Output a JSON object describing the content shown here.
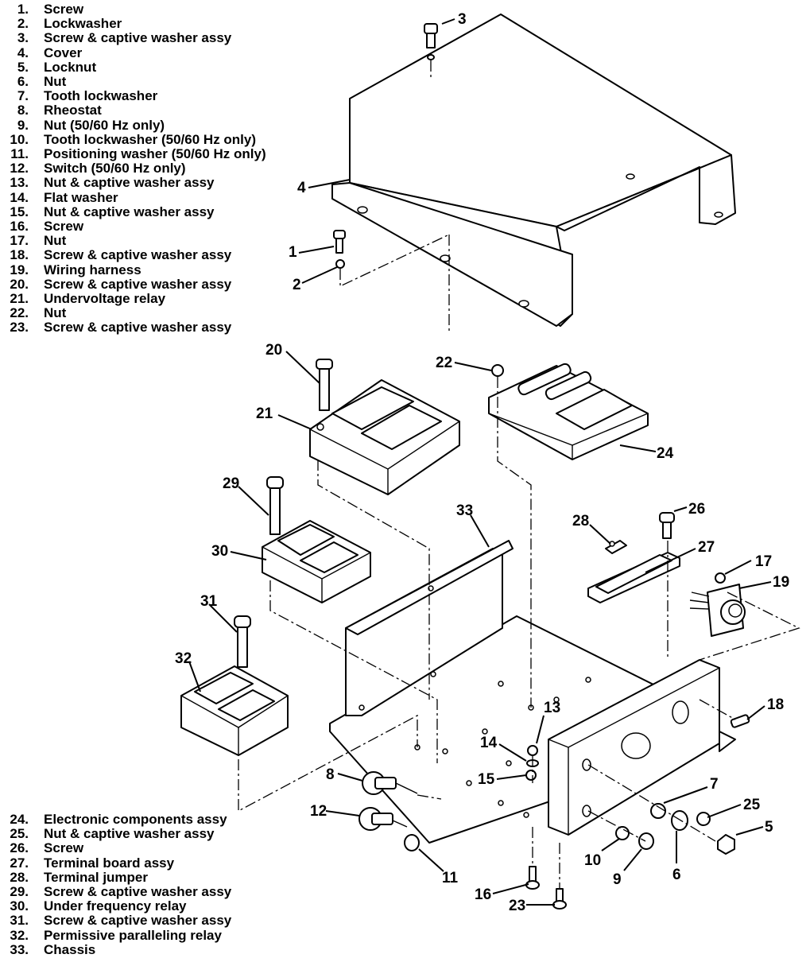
{
  "legend_top": [
    {
      "num": "1.",
      "label": "Screw"
    },
    {
      "num": "2.",
      "label": "Lockwasher"
    },
    {
      "num": "3.",
      "label": "Screw & captive washer assy"
    },
    {
      "num": "4.",
      "label": "Cover"
    },
    {
      "num": "5.",
      "label": "Locknut"
    },
    {
      "num": "6.",
      "label": "Nut"
    },
    {
      "num": "7.",
      "label": "Tooth lockwasher"
    },
    {
      "num": "8.",
      "label": "Rheostat"
    },
    {
      "num": "9.",
      "label": "Nut (50/60 Hz only)"
    },
    {
      "num": "10.",
      "label": "Tooth lockwasher (50/60 Hz only)"
    },
    {
      "num": "11.",
      "label": "Positioning washer (50/60 Hz only)"
    },
    {
      "num": "12.",
      "label": "Switch (50/60 Hz only)"
    },
    {
      "num": "13.",
      "label": "Nut & captive washer assy"
    },
    {
      "num": "14.",
      "label": "Flat washer"
    },
    {
      "num": "15.",
      "label": "Nut & captive washer assy"
    },
    {
      "num": "16.",
      "label": "Screw"
    },
    {
      "num": "17.",
      "label": "Nut"
    },
    {
      "num": "18.",
      "label": "Screw & captive washer assy"
    },
    {
      "num": "19.",
      "label": "Wiring harness"
    },
    {
      "num": "20.",
      "label": "Screw & captive washer assy"
    },
    {
      "num": "21.",
      "label": "Undervoltage relay"
    },
    {
      "num": "22.",
      "label": "Nut"
    },
    {
      "num": "23.",
      "label": "Screw & captive washer assy"
    }
  ],
  "legend_bottom": [
    {
      "num": "24.",
      "label": "Electronic components assy"
    },
    {
      "num": "25.",
      "label": "Nut & captive washer assy"
    },
    {
      "num": "26.",
      "label": "Screw"
    },
    {
      "num": "27.",
      "label": "Terminal board assy"
    },
    {
      "num": "28.",
      "label": "Terminal jumper"
    },
    {
      "num": "29.",
      "label": "Screw & captive washer assy"
    },
    {
      "num": "30.",
      "label": "Under frequency relay"
    },
    {
      "num": "31.",
      "label": "Screw & captive washer assy"
    },
    {
      "num": "32.",
      "label": "Permissive paralleling relay"
    },
    {
      "num": "33.",
      "label": "Chassis"
    }
  ],
  "callouts": [
    "1",
    "2",
    "3",
    "4",
    "5",
    "6",
    "7",
    "8",
    "9",
    "10",
    "11",
    "12",
    "13",
    "14",
    "15",
    "16",
    "17",
    "18",
    "19",
    "20",
    "21",
    "22",
    "23",
    "24",
    "25",
    "26",
    "27",
    "28",
    "29",
    "30",
    "31",
    "32",
    "33"
  ]
}
